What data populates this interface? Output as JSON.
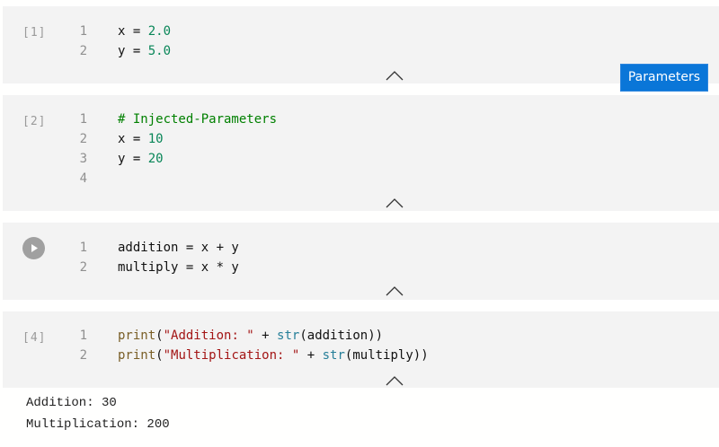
{
  "cells": [
    {
      "exec_label": "[1]",
      "lines": [
        {
          "n": "1",
          "tokens": [
            {
              "t": "x = ",
              "c": "code"
            },
            {
              "t": "2.0",
              "c": "num"
            }
          ]
        },
        {
          "n": "2",
          "tokens": [
            {
              "t": "y = ",
              "c": "code"
            },
            {
              "t": "5.0",
              "c": "num"
            }
          ]
        }
      ],
      "tag_button": "Parameters"
    },
    {
      "exec_label": "[2]",
      "lines": [
        {
          "n": "1",
          "tokens": [
            {
              "t": "# Injected-Parameters",
              "c": "com"
            }
          ]
        },
        {
          "n": "2",
          "tokens": [
            {
              "t": "x = ",
              "c": "code"
            },
            {
              "t": "10",
              "c": "num"
            }
          ]
        },
        {
          "n": "3",
          "tokens": [
            {
              "t": "y = ",
              "c": "code"
            },
            {
              "t": "20",
              "c": "num"
            }
          ]
        },
        {
          "n": "4",
          "tokens": []
        }
      ]
    },
    {
      "exec_label": "",
      "run_icon": "play-icon",
      "lines": [
        {
          "n": "1",
          "tokens": [
            {
              "t": "addition = x + y",
              "c": "code"
            }
          ]
        },
        {
          "n": "2",
          "tokens": [
            {
              "t": "multiply = x * y",
              "c": "code"
            }
          ]
        }
      ]
    },
    {
      "exec_label": "[4]",
      "lines": [
        {
          "n": "1",
          "tokens": [
            {
              "t": "print",
              "c": "fn"
            },
            {
              "t": "(",
              "c": "code"
            },
            {
              "t": "\"Addition: \"",
              "c": "str"
            },
            {
              "t": " + ",
              "c": "code"
            },
            {
              "t": "str",
              "c": "bi"
            },
            {
              "t": "(addition))",
              "c": "code"
            }
          ]
        },
        {
          "n": "2",
          "tokens": [
            {
              "t": "print",
              "c": "fn"
            },
            {
              "t": "(",
              "c": "code"
            },
            {
              "t": "\"Multiplication: \"",
              "c": "str"
            },
            {
              "t": " + ",
              "c": "code"
            },
            {
              "t": "str",
              "c": "bi"
            },
            {
              "t": "(multiply))",
              "c": "code"
            }
          ]
        }
      ]
    }
  ],
  "output": [
    "Addition: 30",
    "Multiplication: 200"
  ],
  "colors": {
    "cell_bg": "#f3f3f3",
    "accent": "#0a76d8",
    "number": "#098658",
    "comment": "#008000",
    "string": "#a31515",
    "function": "#795e26",
    "builtin": "#267f99"
  }
}
